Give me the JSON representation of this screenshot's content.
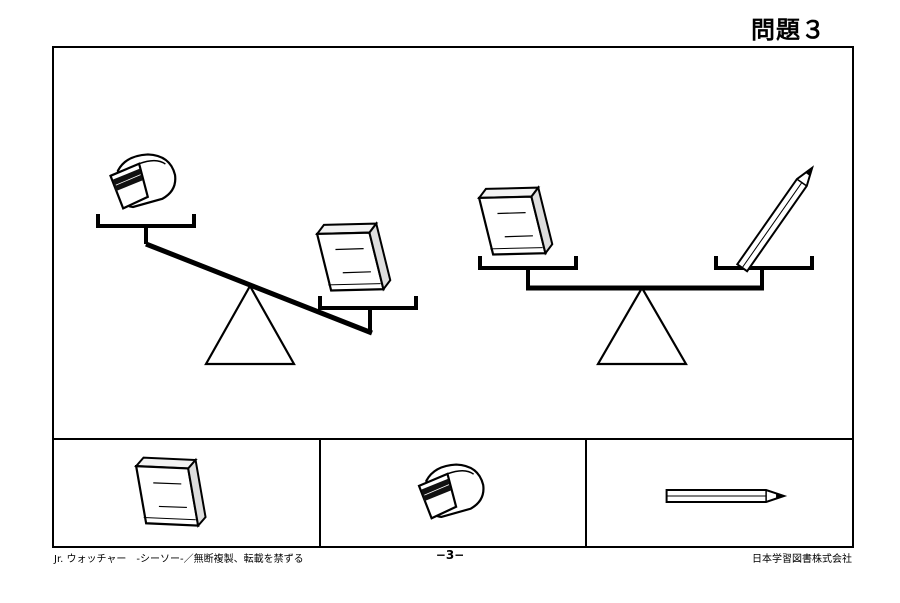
{
  "header": {
    "problem_title": "問題３"
  },
  "scene": {
    "left_seesaw": {
      "high_side_item": "eraser-icon",
      "low_side_item": "book-icon"
    },
    "right_seesaw": {
      "left_item": "book-icon",
      "right_item": "pencil-icon"
    }
  },
  "answers": [
    {
      "item": "book-icon"
    },
    {
      "item": "eraser-icon"
    },
    {
      "item": "pencil-icon"
    }
  ],
  "footer": {
    "left_text": "Jr. ウォッチャー　-シーソー-／無断複製、転載を禁ずる",
    "page_number": "−3−",
    "publisher": "日本学習図書株式会社"
  }
}
